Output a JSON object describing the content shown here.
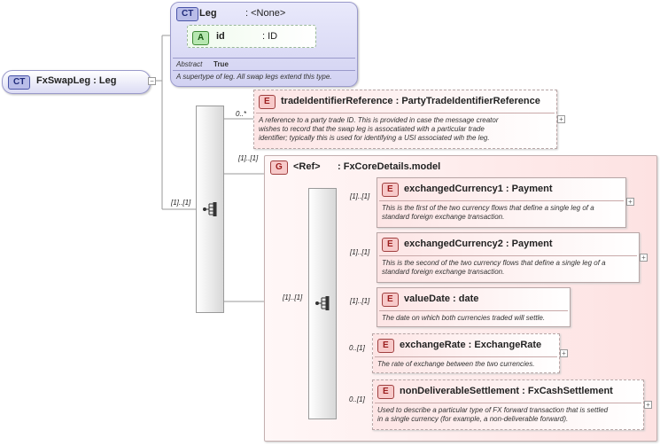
{
  "root": {
    "badge": "CT",
    "title": "FxSwapLeg : Leg"
  },
  "base_type": {
    "badge": "CT",
    "name": "Leg",
    "type": ": <None>",
    "attribute": {
      "badge": "A",
      "name": "id",
      "type": ": ID"
    },
    "abstract_label": "Abstract",
    "abstract_value": "True",
    "doc": "A supertype of leg. All swap legs extend this type."
  },
  "cardinalities": {
    "seq_outer": "[1]..[1]",
    "trade_id": "0..*",
    "group": "[1]..[1]",
    "seq_inner": "[1]..[1]",
    "ex1": "[1]..[1]",
    "ex2": "[1]..[1]",
    "value_date": "[1]..[1]",
    "exchange_rate": "0..[1]",
    "nds": "0..[1]"
  },
  "elements": {
    "trade_id": {
      "badge": "E",
      "name": "tradeIdentifierReference : PartyTradeIdentifierReference",
      "doc": [
        "A reference to a party trade ID. This is provided in case the message creator",
        "wishes to record that the swap leg is assocatiated with a particular trade",
        "identifier; typically this is used for identifying a USI associated wih the leg."
      ]
    },
    "ex1": {
      "badge": "E",
      "name": "exchangedCurrency1 : Payment",
      "doc": [
        "This is the first of the two currency flows that define a single leg of a",
        "standard foreign exchange transaction."
      ]
    },
    "ex2": {
      "badge": "E",
      "name": "exchangedCurrency2 : Payment",
      "doc": [
        "This is the second of the two currency flows that define a single leg of a",
        "standard foreign exchange transaction."
      ]
    },
    "value_date": {
      "badge": "E",
      "name": "valueDate : date",
      "doc": [
        "The date on which both currencies traded will settle."
      ]
    },
    "exchange_rate": {
      "badge": "E",
      "name": "exchangeRate : ExchangeRate",
      "doc": [
        "The rate of exchange between the two currencies."
      ]
    },
    "nds": {
      "badge": "E",
      "name": "nonDeliverableSettlement : FxCashSettlement",
      "doc": [
        "Used to describe a particular type of FX forward transaction that is settled",
        "in a single currency (for example, a non-deliverable forward)."
      ]
    }
  },
  "group": {
    "badge": "G",
    "ref": "<Ref>",
    "model": ": FxCoreDetails.model"
  },
  "expand_symbol": "+",
  "collapse_symbol": "−"
}
